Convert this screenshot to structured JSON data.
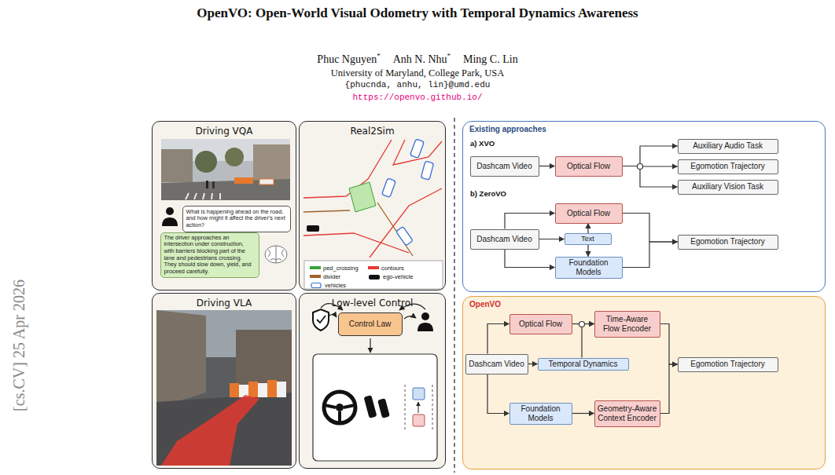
{
  "diagram": {
    "title": "OpenVO: Open-World Visual Odometry with Temporal Dynamics Awareness",
    "nodes": [
      {
        "text": [
          "Driving VQA"
        ]
      },
      {
        "text": [
          "What is happening ahead on the road, and how might it affect the driver's next action?"
        ],
        "in": 0
      },
      {
        "text": [
          "The driver approaches an intersection under construction, with barriers blocking part of the lane and pedestrians crossing. They should slow down, yield, and proceed carefully."
        ],
        "in": 0
      },
      {
        "text": [
          "Real2Sim"
        ]
      },
      {
        "text": [
          "Driving VLA"
        ]
      },
      {
        "text": [
          "Low-level Control"
        ]
      },
      {
        "text": [
          "Control Law"
        ],
        "in": 5
      },
      {
        "text": [
          "Existing approaches"
        ]
      },
      {
        "text": [
          "Dashcam Video"
        ],
        "in": 7
      },
      {
        "text": [
          "Optical Flow"
        ],
        "in": 7
      },
      {
        "text": [
          "Auxiliary Audio Task"
        ],
        "in": 7
      },
      {
        "text": [
          "Egomotion Trajectory"
        ],
        "in": 7
      },
      {
        "text": [
          "Auxiliary Vision Task"
        ],
        "in": 7
      },
      {
        "text": [
          "Optical Flow"
        ],
        "in": 7
      },
      {
        "text": [
          "Dashcam Video"
        ],
        "in": 7
      },
      {
        "text": [
          "Text"
        ],
        "in": 7
      },
      {
        "text": [
          "Foundation Models"
        ],
        "in": 7
      },
      {
        "text": [
          "Egomotion Trajectory"
        ],
        "in": 7
      },
      {
        "text": [
          "OpenVO"
        ]
      },
      {
        "text": [
          "Optical Flow"
        ],
        "in": 18
      },
      {
        "text": [
          "Time-Aware Flow Encoder"
        ],
        "in": 18
      },
      {
        "text": [
          "Dashcam Video"
        ],
        "in": 18
      },
      {
        "text": [
          "Temporal Dynamics"
        ],
        "in": 18
      },
      {
        "text": [
          "Egomotion Trajectory"
        ],
        "in": 18
      },
      {
        "text": [
          "Foundation Models"
        ],
        "in": 18
      },
      {
        "text": [
          "Geometry-Aware Context Encoder"
        ],
        "in": 18
      }
    ],
    "edges": [
      {
        "from": 8,
        "to": 9,
        "arrow": "to"
      },
      {
        "from": 9,
        "to": 10,
        "arrow": "to"
      },
      {
        "from": 9,
        "to": 11,
        "arrow": "to"
      },
      {
        "from": 9,
        "to": 12,
        "arrow": "to"
      },
      {
        "from": 14,
        "to": 13,
        "arrow": "to"
      },
      {
        "from": 14,
        "to": 15,
        "arrow": "to"
      },
      {
        "from": 14,
        "to": 16,
        "arrow": "to"
      },
      {
        "from": 15,
        "to": 13,
        "arrow": "to"
      },
      {
        "from": 15,
        "to": 16,
        "arrow": "to"
      },
      {
        "from": 13,
        "to": 17,
        "arrow": "to"
      },
      {
        "from": 16,
        "to": 17,
        "arrow": "to"
      },
      {
        "from": 21,
        "to": 19,
        "arrow": "to"
      },
      {
        "from": 21,
        "to": 22,
        "arrow": "to"
      },
      {
        "from": 21,
        "to": 24,
        "arrow": "to"
      },
      {
        "from": 19,
        "to": 20,
        "arrow": "to"
      },
      {
        "from": 22,
        "to": 20,
        "arrow": "to"
      },
      {
        "from": 20,
        "to": 23,
        "arrow": "to"
      },
      {
        "from": 24,
        "to": 25,
        "arrow": "to"
      },
      {
        "from": 25,
        "to": 23,
        "arrow": "to"
      }
    ],
    "labels": [
      "Phuc Nguyen",
      "*",
      "Anh N. Nhu",
      "*",
      "Ming C. Lin",
      "University of Maryland, College Park, USA",
      "{phucnda, anhu, lin}@umd.edu",
      "https://openvo.github.io/",
      "[cs.CV] 25 Apr 2026",
      "a) XVO",
      "b) ZeroVO"
    ],
    "legend": [
      {
        "text": "ped_crossing",
        "color": "#3aa33a"
      },
      {
        "text": "contours",
        "color": "#e53935"
      },
      {
        "text": "divider",
        "color": "#a0632d"
      },
      {
        "text": "ego-vehicle"
      },
      {
        "text": "vehicles"
      }
    ]
  }
}
